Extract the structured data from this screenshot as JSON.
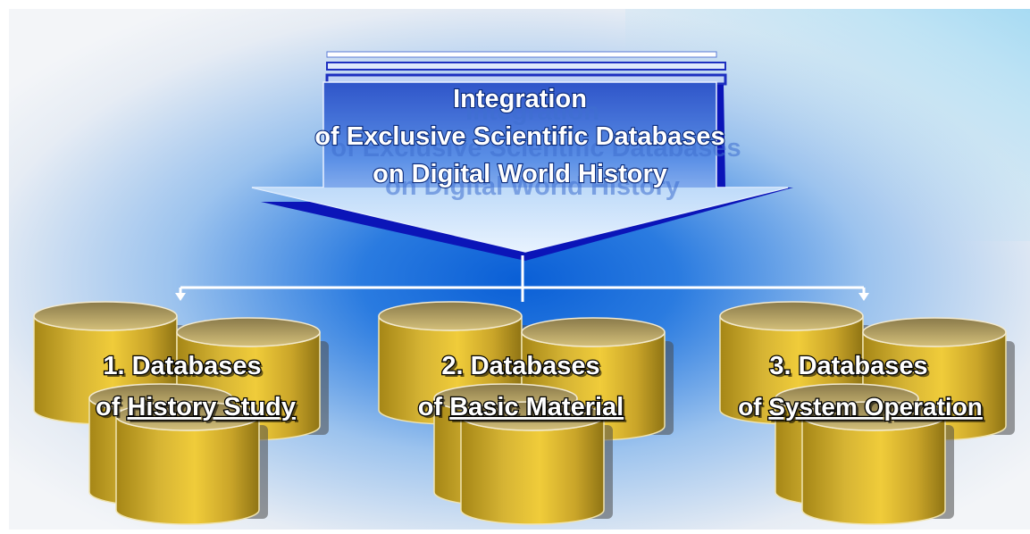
{
  "title": {
    "lines": [
      "Integration",
      "of Exclusive Scientific Databases",
      "on Digital World History"
    ]
  },
  "databases": [
    {
      "line1": "1. Databases",
      "prefix": "of",
      "name": "History Study"
    },
    {
      "line1": "2. Databases",
      "prefix": "of",
      "name": "Basic Material"
    },
    {
      "line1": "3. Databases",
      "prefix": "of",
      "name": "System Operation"
    }
  ],
  "colors": {
    "background_center": "#0a5fd6",
    "background_edge": "#eef1f6",
    "arrow_fill": "#3d6fe0",
    "arrow_dark": "#0b15b8",
    "cylinder_top": "#d8c27a",
    "cylinder_body": "#c9a227",
    "connector": "#ffffff"
  }
}
